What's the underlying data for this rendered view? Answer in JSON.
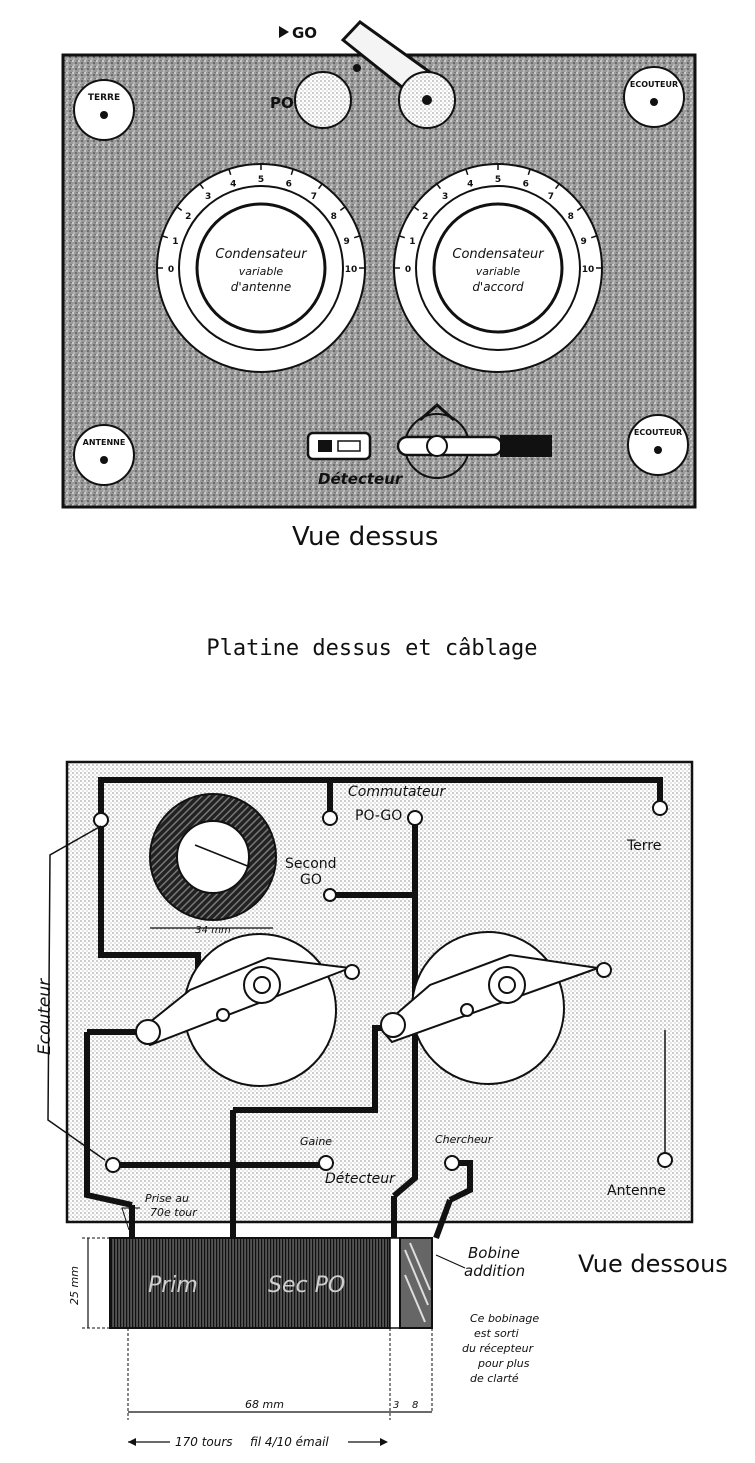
{
  "top_view": {
    "title": "Vue dessus",
    "switch_po": "PO",
    "switch_go": "GO",
    "terminals": {
      "terre": "TERRE",
      "ecouteur_top": "ECOUTEUR",
      "antenne": "ANTENNE",
      "ecouteur_bottom": "ECOUTEUR"
    },
    "dial_left": {
      "line1": "Condensateur",
      "line2": "variable",
      "line3": "d'antenne"
    },
    "dial_right": {
      "line1": "Condensateur",
      "line2": "variable",
      "line3": "d'accord"
    },
    "dial_scale": [
      "0",
      "1",
      "2",
      "3",
      "4",
      "5",
      "6",
      "7",
      "8",
      "9",
      "10"
    ],
    "detector_label": "Détecteur"
  },
  "caption": "Platine dessus et câblage",
  "bottom_view": {
    "title": "Vue dessous",
    "commutateur": "Commutateur",
    "po_go": "PO-GO",
    "terre": "Terre",
    "second_go": "Second",
    "go": "GO",
    "toroid_dim": "34 mm",
    "ecouteur": "Ecouteur",
    "gaine": "Gaine",
    "chercheur": "Chercheur",
    "detecteur": "Détecteur",
    "antenne": "Antenne"
  },
  "coil": {
    "prise": "Prise au",
    "prise2": "70e tour",
    "primaire": "Prim",
    "sec_po": "Sec PO",
    "bobine": "Bobine",
    "addition": "addition",
    "note": [
      "Ce bobinage",
      "est sorti",
      "du récepteur",
      "pour plus",
      "de clarté"
    ],
    "height": "25 mm",
    "length": "68 mm",
    "gap": "3",
    "width": "8",
    "turns": "170 tours",
    "wire": "fil 4/10 émail"
  }
}
